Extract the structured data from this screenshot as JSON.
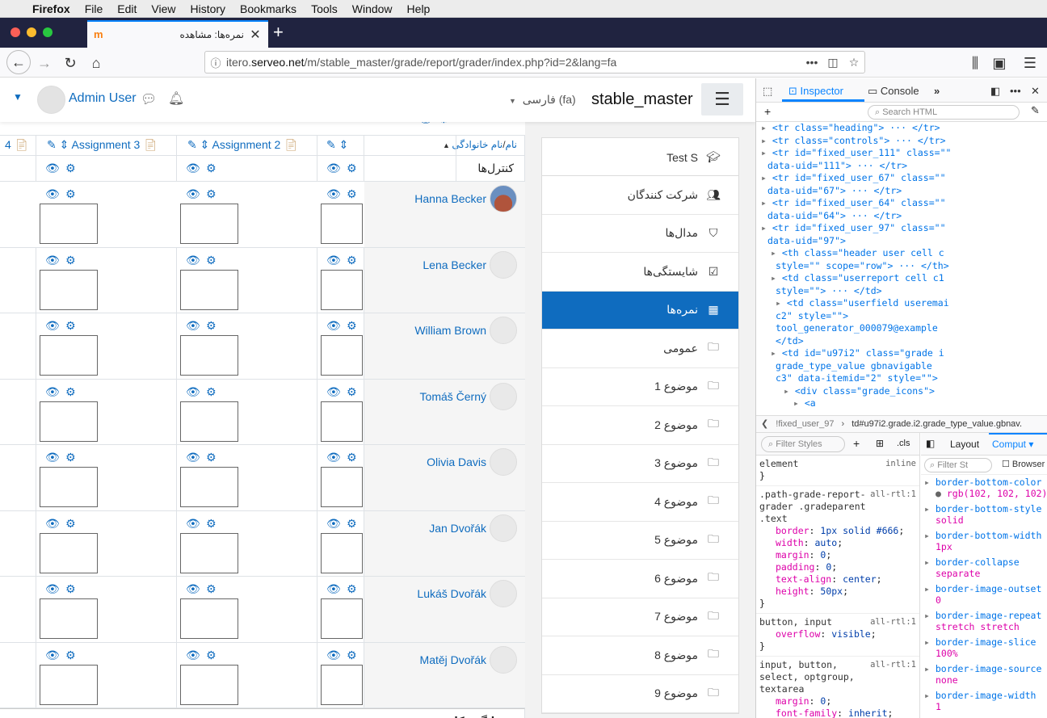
{
  "menubar": {
    "app": "Firefox",
    "items": [
      "File",
      "Edit",
      "View",
      "History",
      "Bookmarks",
      "Tools",
      "Window",
      "Help"
    ]
  },
  "tab": {
    "title": "نمره‌ها: مشاهده",
    "favicon": "m"
  },
  "urlbar": {
    "prefix": "itero.",
    "domain": "serveo.net",
    "path": "/m/stable_master/grade/report/grader/index.php?id=2&lang=fa"
  },
  "header": {
    "site_name": "stable_master",
    "language": "فارسی (fa)",
    "user_name": "Admin User"
  },
  "drawer": {
    "course_item": "Test S",
    "items": [
      {
        "label": "شرکت کنندگان",
        "icon": "users-icon"
      },
      {
        "label": "مدال‌ها",
        "icon": "shield-icon"
      },
      {
        "label": "شایستگی‌ها",
        "icon": "checkbox-icon"
      },
      {
        "label": "نمره‌ها",
        "icon": "table-icon",
        "active": true
      },
      {
        "label": "عمومی",
        "icon": "folder-icon"
      },
      {
        "label": "موضوع 1",
        "icon": "folder-icon"
      },
      {
        "label": "موضوع 2",
        "icon": "folder-icon"
      },
      {
        "label": "موضوع 3",
        "icon": "folder-icon"
      },
      {
        "label": "موضوع 4",
        "icon": "folder-icon"
      },
      {
        "label": "موضوع 5",
        "icon": "folder-icon"
      },
      {
        "label": "موضوع 6",
        "icon": "folder-icon"
      },
      {
        "label": "موضوع 7",
        "icon": "folder-icon"
      },
      {
        "label": "موضوع 8",
        "icon": "folder-icon"
      },
      {
        "label": "موضوع 9",
        "icon": "folder-icon"
      }
    ]
  },
  "grader": {
    "name_header_first": "نام",
    "name_header_sep": "/",
    "name_header_last": "نام خانوادگی",
    "controls_label": "کنترل‌ها",
    "assignments": [
      "Assignment 3",
      "Assignment 2"
    ],
    "partial_col": "4",
    "average_label": "میانگین کلی",
    "average_value": "-",
    "users": [
      "Hanna Becker",
      "Lena Becker",
      "William Brown",
      "Tomáš Černý",
      "Olivia Davis",
      "Jan Dvořák",
      "Lukáš Dvořák",
      "Matěj Dvořák"
    ]
  },
  "devtools": {
    "tabs": [
      "Inspector",
      "Console"
    ],
    "search_placeholder": "Search HTML",
    "markup": [
      {
        "indent": 148,
        "html": "<tr class=\"heading\"> ··· </tr>"
      },
      {
        "indent": 148,
        "html": "<tr class=\"controls\"> ··· </tr>"
      },
      {
        "indent": 148,
        "html": "<tr id=\"fixed_user_111\" class=\"\""
      },
      {
        "indent": 156,
        "html": "data-uid=\"111\"> ··· </tr>"
      },
      {
        "indent": 148,
        "html": "<tr id=\"fixed_user_67\" class=\"\""
      },
      {
        "indent": 156,
        "html": "data-uid=\"67\"> ··· </tr>"
      },
      {
        "indent": 148,
        "html": "<tr id=\"fixed_user_64\" class=\"\""
      },
      {
        "indent": 156,
        "html": "data-uid=\"64\"> ··· </tr>"
      },
      {
        "indent": 148,
        "html": "<tr id=\"fixed_user_97\" class=\"\""
      },
      {
        "indent": 156,
        "html": "data-uid=\"97\">"
      },
      {
        "indent": 160,
        "html": "<th class=\"header user cell c"
      },
      {
        "indent": 166,
        "html": "style=\"\" scope=\"row\"> ··· </th>"
      },
      {
        "indent": 160,
        "html": "<td class=\"userreport cell c1"
      },
      {
        "indent": 166,
        "html": "style=\"\"> ··· </td>"
      },
      {
        "indent": 166,
        "html": "<td class=\"userfield useremai"
      },
      {
        "indent": 166,
        "html": "c2\" style=\"\">"
      },
      {
        "indent": 166,
        "html": "tool_generator_000079@example"
      },
      {
        "indent": 166,
        "html": "</td>"
      },
      {
        "indent": 160,
        "html": "<td id=\"u97i2\" class=\"grade i"
      },
      {
        "indent": 166,
        "html": "grade_type_value gbnavigable"
      },
      {
        "indent": 166,
        "html": "c3\" data-itemid=\"2\" style=\"\">"
      },
      {
        "indent": 176,
        "html": "<div class=\"grade_icons\">"
      },
      {
        "indent": 188,
        "html": "<a"
      }
    ],
    "breadcrumbs": [
      "!fixed_user_97",
      "td#u97i2.grade.i2.grade_type_value.gbnav."
    ],
    "rules_filter": "Filter Styles",
    "rules_cls": ".cls",
    "computed_tabs": [
      "Layout",
      "Comput"
    ],
    "computed_filter": "Filter St",
    "browser_label": "Browser",
    "rules": [
      {
        "selector": "element",
        "origin": "inline",
        "decls": []
      },
      {
        "selector": ".path-grade-report-grader .gradeparent .text",
        "origin": "all-rtl:1",
        "decls": [
          [
            "border",
            "1px solid #666"
          ],
          [
            "width",
            "auto"
          ],
          [
            "margin",
            "0"
          ],
          [
            "padding",
            "0"
          ],
          [
            "text-align",
            "center"
          ],
          [
            "height",
            "50px"
          ]
        ]
      },
      {
        "selector": "button, input",
        "origin": "all-rtl:1",
        "decls": [
          [
            "overflow",
            "visible"
          ]
        ]
      },
      {
        "selector": "input, button, select, optgroup, textarea",
        "origin": "all-rtl:1",
        "decls": [
          [
            "margin",
            "0"
          ],
          [
            "font-family",
            "inherit"
          ]
        ]
      }
    ],
    "computed": [
      [
        "border-bottom-color",
        "rgb(102, 102, 102)"
      ],
      [
        "border-bottom-style",
        "solid"
      ],
      [
        "border-bottom-width",
        "1px"
      ],
      [
        "border-collapse",
        "separate"
      ],
      [
        "border-image-outset",
        "0"
      ],
      [
        "border-image-repeat",
        "stretch stretch"
      ],
      [
        "border-image-slice",
        "100%"
      ],
      [
        "border-image-source",
        "none"
      ],
      [
        "border-image-width",
        "1"
      ]
    ]
  },
  "colors": {
    "moodle_blue": "#0f6cbf",
    "firefox_tab_accent": "#0a84ff",
    "tabstrip_bg": "#202340"
  }
}
